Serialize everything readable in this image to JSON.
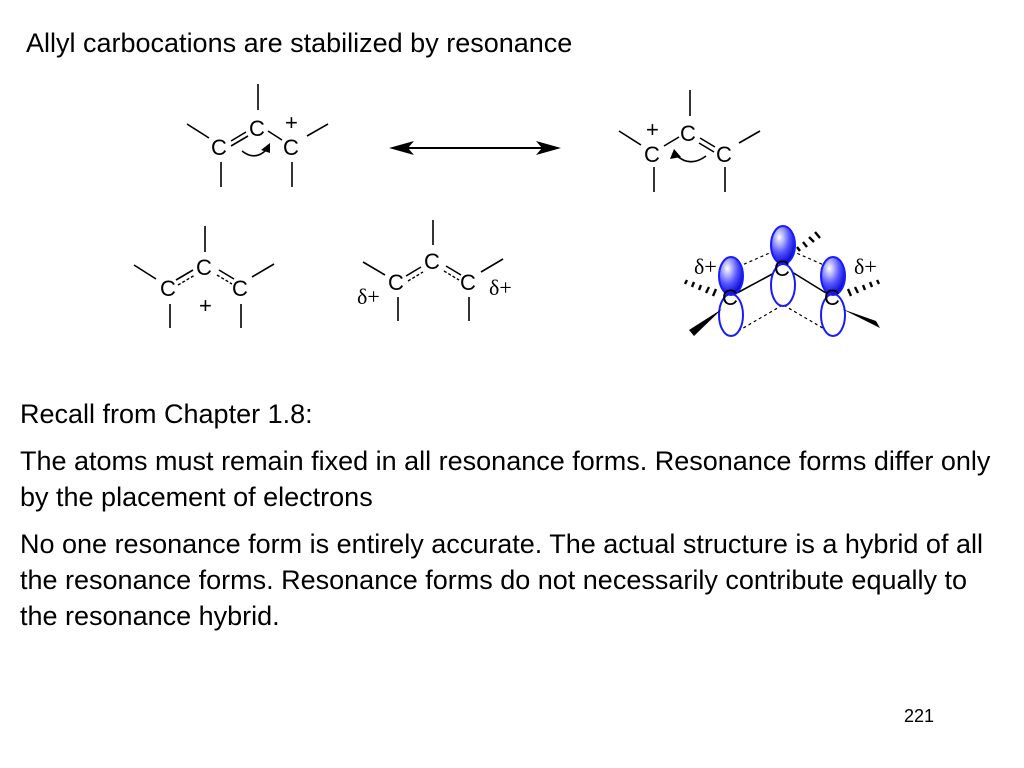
{
  "slide": {
    "title": "Allyl carbocations are stabilized by resonance",
    "recall_heading": "Recall from Chapter 1.8:",
    "paragraph_1": "The atoms must remain fixed in all resonance forms. Resonance forms differ only by the placement of electrons",
    "paragraph_2": "No one resonance form is entirely accurate.  The actual structure is a hybrid of all the resonance forms.  Resonance forms do not necessarily contribute equally to the resonance hybrid.",
    "page_number": "221"
  },
  "diagram": {
    "atom_label": "C",
    "plus_label": "+",
    "delta_plus_label": "δ+",
    "orbital_color": "#1a1aff"
  }
}
